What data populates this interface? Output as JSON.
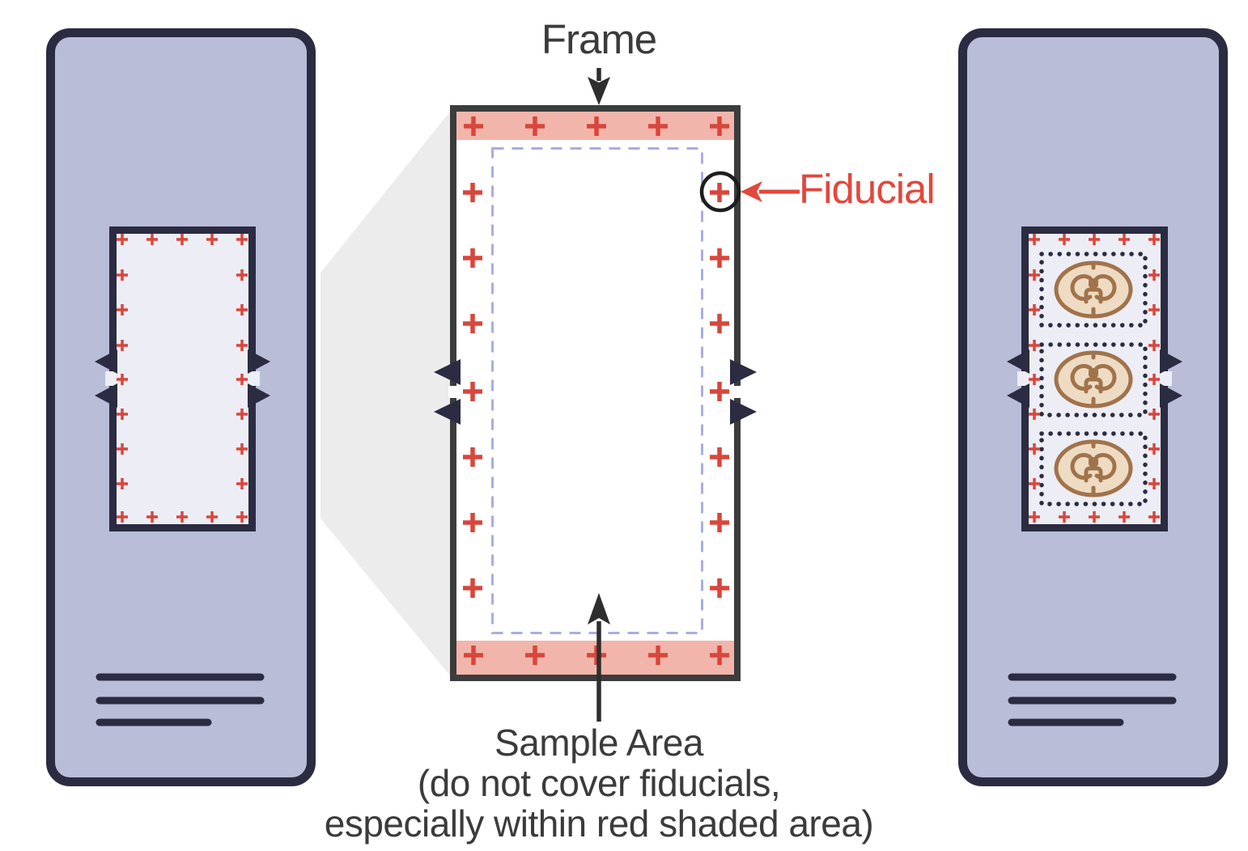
{
  "labels": {
    "frame": "Frame",
    "fiducial": "Fiducial",
    "sample_area": [
      "Sample Area",
      "(do not cover fiducials,",
      "especially within red shaded area)"
    ]
  },
  "counts": {
    "slides_shown": 3,
    "tissue_sections_on_right_slide": 3,
    "fiducials_per_horizontal_row": 5,
    "fiducials_per_vertical_column": 7,
    "shaded_fiducial_bands": 2
  },
  "icons": {
    "fiducial_mark": "plus-cross-icon",
    "frame_pointer": "arrow-down-icon",
    "fiducial_pointer": "arrow-left-icon",
    "sample_area_pointer": "arrow-up-icon",
    "edge_notch": "outward-triangle-icon",
    "tissue_section": "spinal-cord-cross-section",
    "slide_label": "three-line-label-placeholder"
  },
  "colors": {
    "slide_fill": "#b9bdd8",
    "slide_border": "#2b2b42",
    "capture_fill": "#ededf5",
    "frame_border": "#3c3c3c",
    "shaded_band": "#f2b5ab",
    "fiducial_red": "#d8463c",
    "pointer_red": "#e2483d",
    "dashed_guide": "#a9aedd",
    "zoom_wedge": "#edecec",
    "tissue_fill": "#eedbc4",
    "tissue_outline": "#a1734a",
    "circle_black": "#1d1d1d",
    "arrow_dark": "#2e2e2e",
    "text_dark": "#3b3b3b",
    "background": "#ffffff"
  }
}
